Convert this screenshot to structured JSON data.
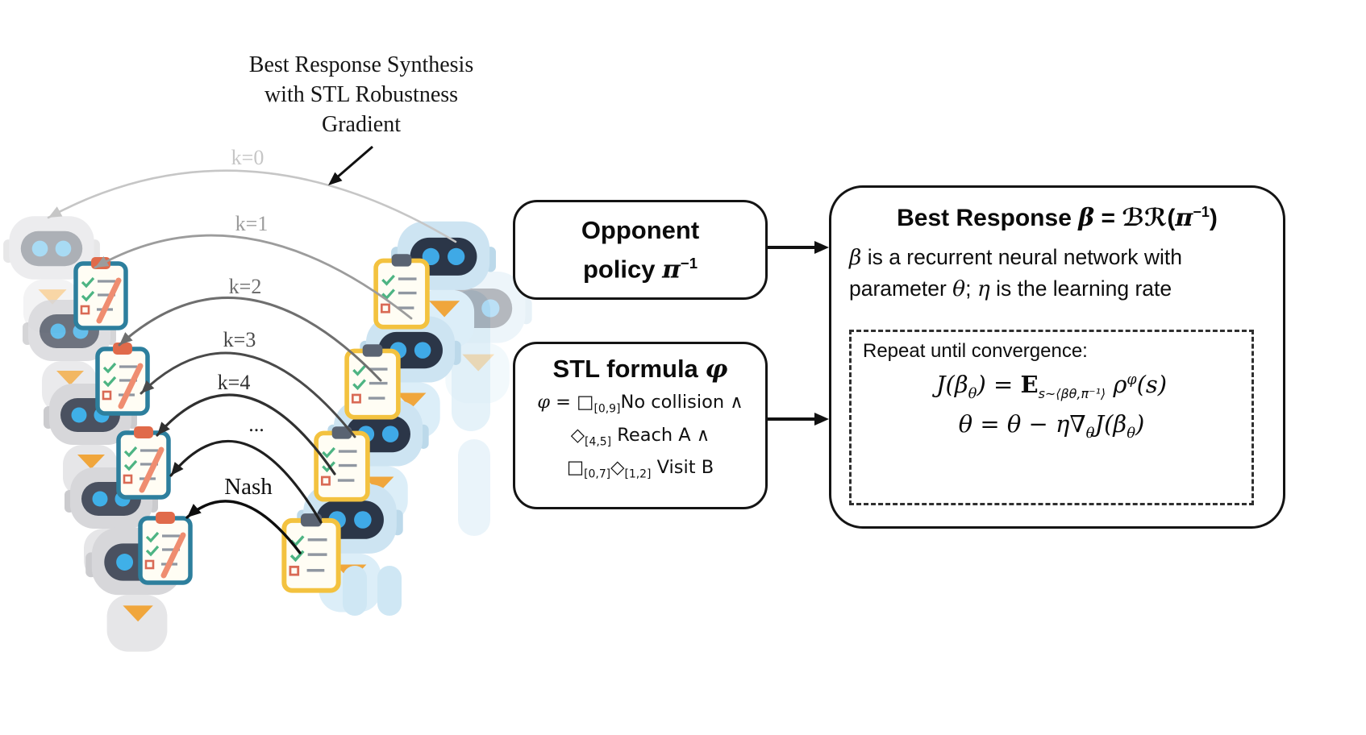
{
  "illustration": {
    "title_lines": [
      "Best Response Synthesis",
      "with STL Robustness",
      "Gradient"
    ],
    "iterations": [
      {
        "label": "k=0",
        "color": "#c6c6c6"
      },
      {
        "label": "k=1",
        "color": "#9c9c9c"
      },
      {
        "label": "k=2",
        "color": "#6f6f6f"
      },
      {
        "label": "k=3",
        "color": "#4a4a4a"
      },
      {
        "label": "k=4",
        "color": "#303030"
      },
      {
        "label": "...",
        "color": "#1f1f1f"
      },
      {
        "label": "Nash",
        "color": "#0e0e0e"
      }
    ]
  },
  "opponent_box": {
    "line1": "Opponent",
    "line2_prefix": "policy ",
    "pi": "π",
    "pi_exp": "−1"
  },
  "stl_box": {
    "title_prefix": "STL formula ",
    "title_phi": "φ",
    "line1": {
      "phi": "φ",
      "a": " = □",
      "sub": "[0,9]",
      "b": "No collision ∧"
    },
    "line2": {
      "a": "◇",
      "sub": "[4,5]",
      "b": " Reach A ∧"
    },
    "line3": {
      "a": "□",
      "sub1": "[0,7]",
      "b": "◇",
      "sub2": "[1,2]",
      "c": " Visit B"
    }
  },
  "best_response_box": {
    "title": {
      "a": "Best Response ",
      "beta": "β",
      "b": " = ",
      "script_br": "ℬℛ",
      "c": "(",
      "pi": "π",
      "pi_exp": "−1",
      "d": ")"
    },
    "desc": {
      "beta": "β",
      "a": " is a recurrent neural network with parameter ",
      "theta": "θ",
      "b": ";  ",
      "eta": "η",
      "c": " is the learning rate"
    },
    "repeat_label": "Repeat until convergence:",
    "eq1": {
      "a": "J(β",
      "a_sub": "θ",
      "b": ") = ",
      "bbE": "E",
      "e_sub": "s~⟨βθ,π⁻¹⟩",
      "c": " ρ",
      "c_sup": "φ",
      "d": "(s)"
    },
    "eq2": {
      "a": "θ = θ − η∇",
      "a_sub": "θ",
      "b": "J(β",
      "b_sub": "θ",
      "c": ")"
    }
  }
}
